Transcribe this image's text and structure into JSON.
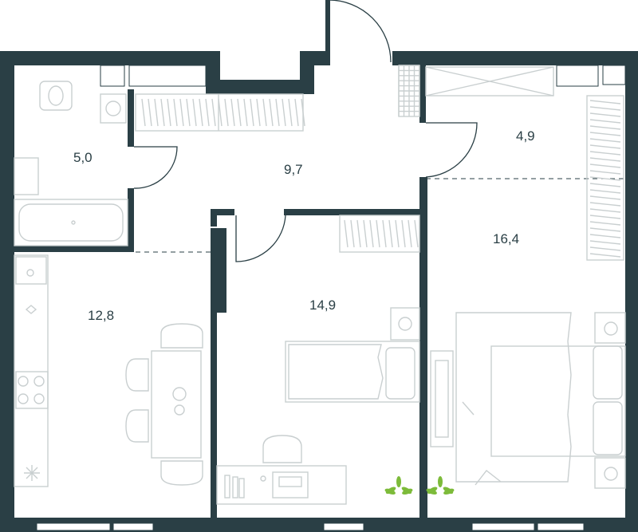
{
  "rooms": [
    {
      "id": "bathroom",
      "area": "5,0"
    },
    {
      "id": "hallway",
      "area": "9,7"
    },
    {
      "id": "wardrobe",
      "area": "4,9"
    },
    {
      "id": "kitchen",
      "area": "12,8"
    },
    {
      "id": "bedroom",
      "area": "14,9"
    },
    {
      "id": "master-bedroom",
      "area": "16,4"
    }
  ],
  "colors": {
    "wall": "#2a3f45",
    "furniture": "#c9cfd0",
    "plant": "#7dbb3a",
    "background": "#ffffff"
  }
}
